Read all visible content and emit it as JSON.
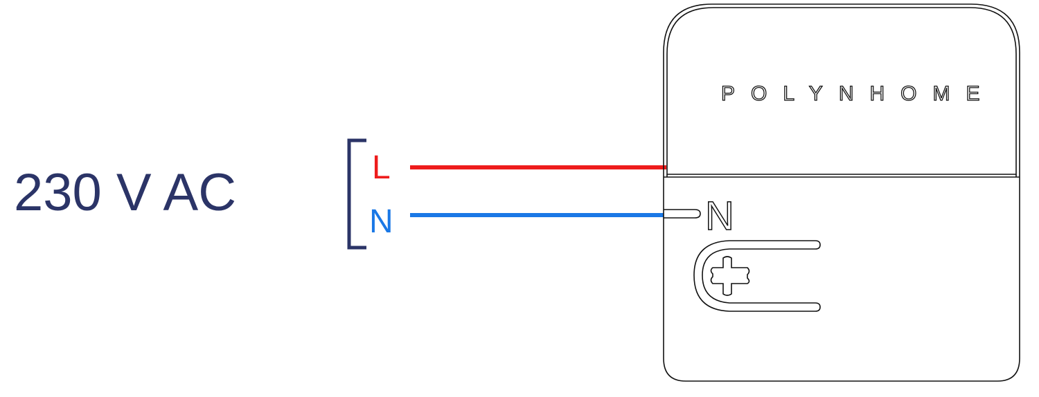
{
  "supply": {
    "label": "230 V AC",
    "color": "#2b3467"
  },
  "wires": [
    {
      "terminal": "L",
      "color": "#ee1c1c"
    },
    {
      "terminal": "N",
      "color": "#1a78e6"
    }
  ],
  "device": {
    "brand": "POLYNHOME",
    "terminal_label": "N",
    "outline_color": "#111111"
  }
}
